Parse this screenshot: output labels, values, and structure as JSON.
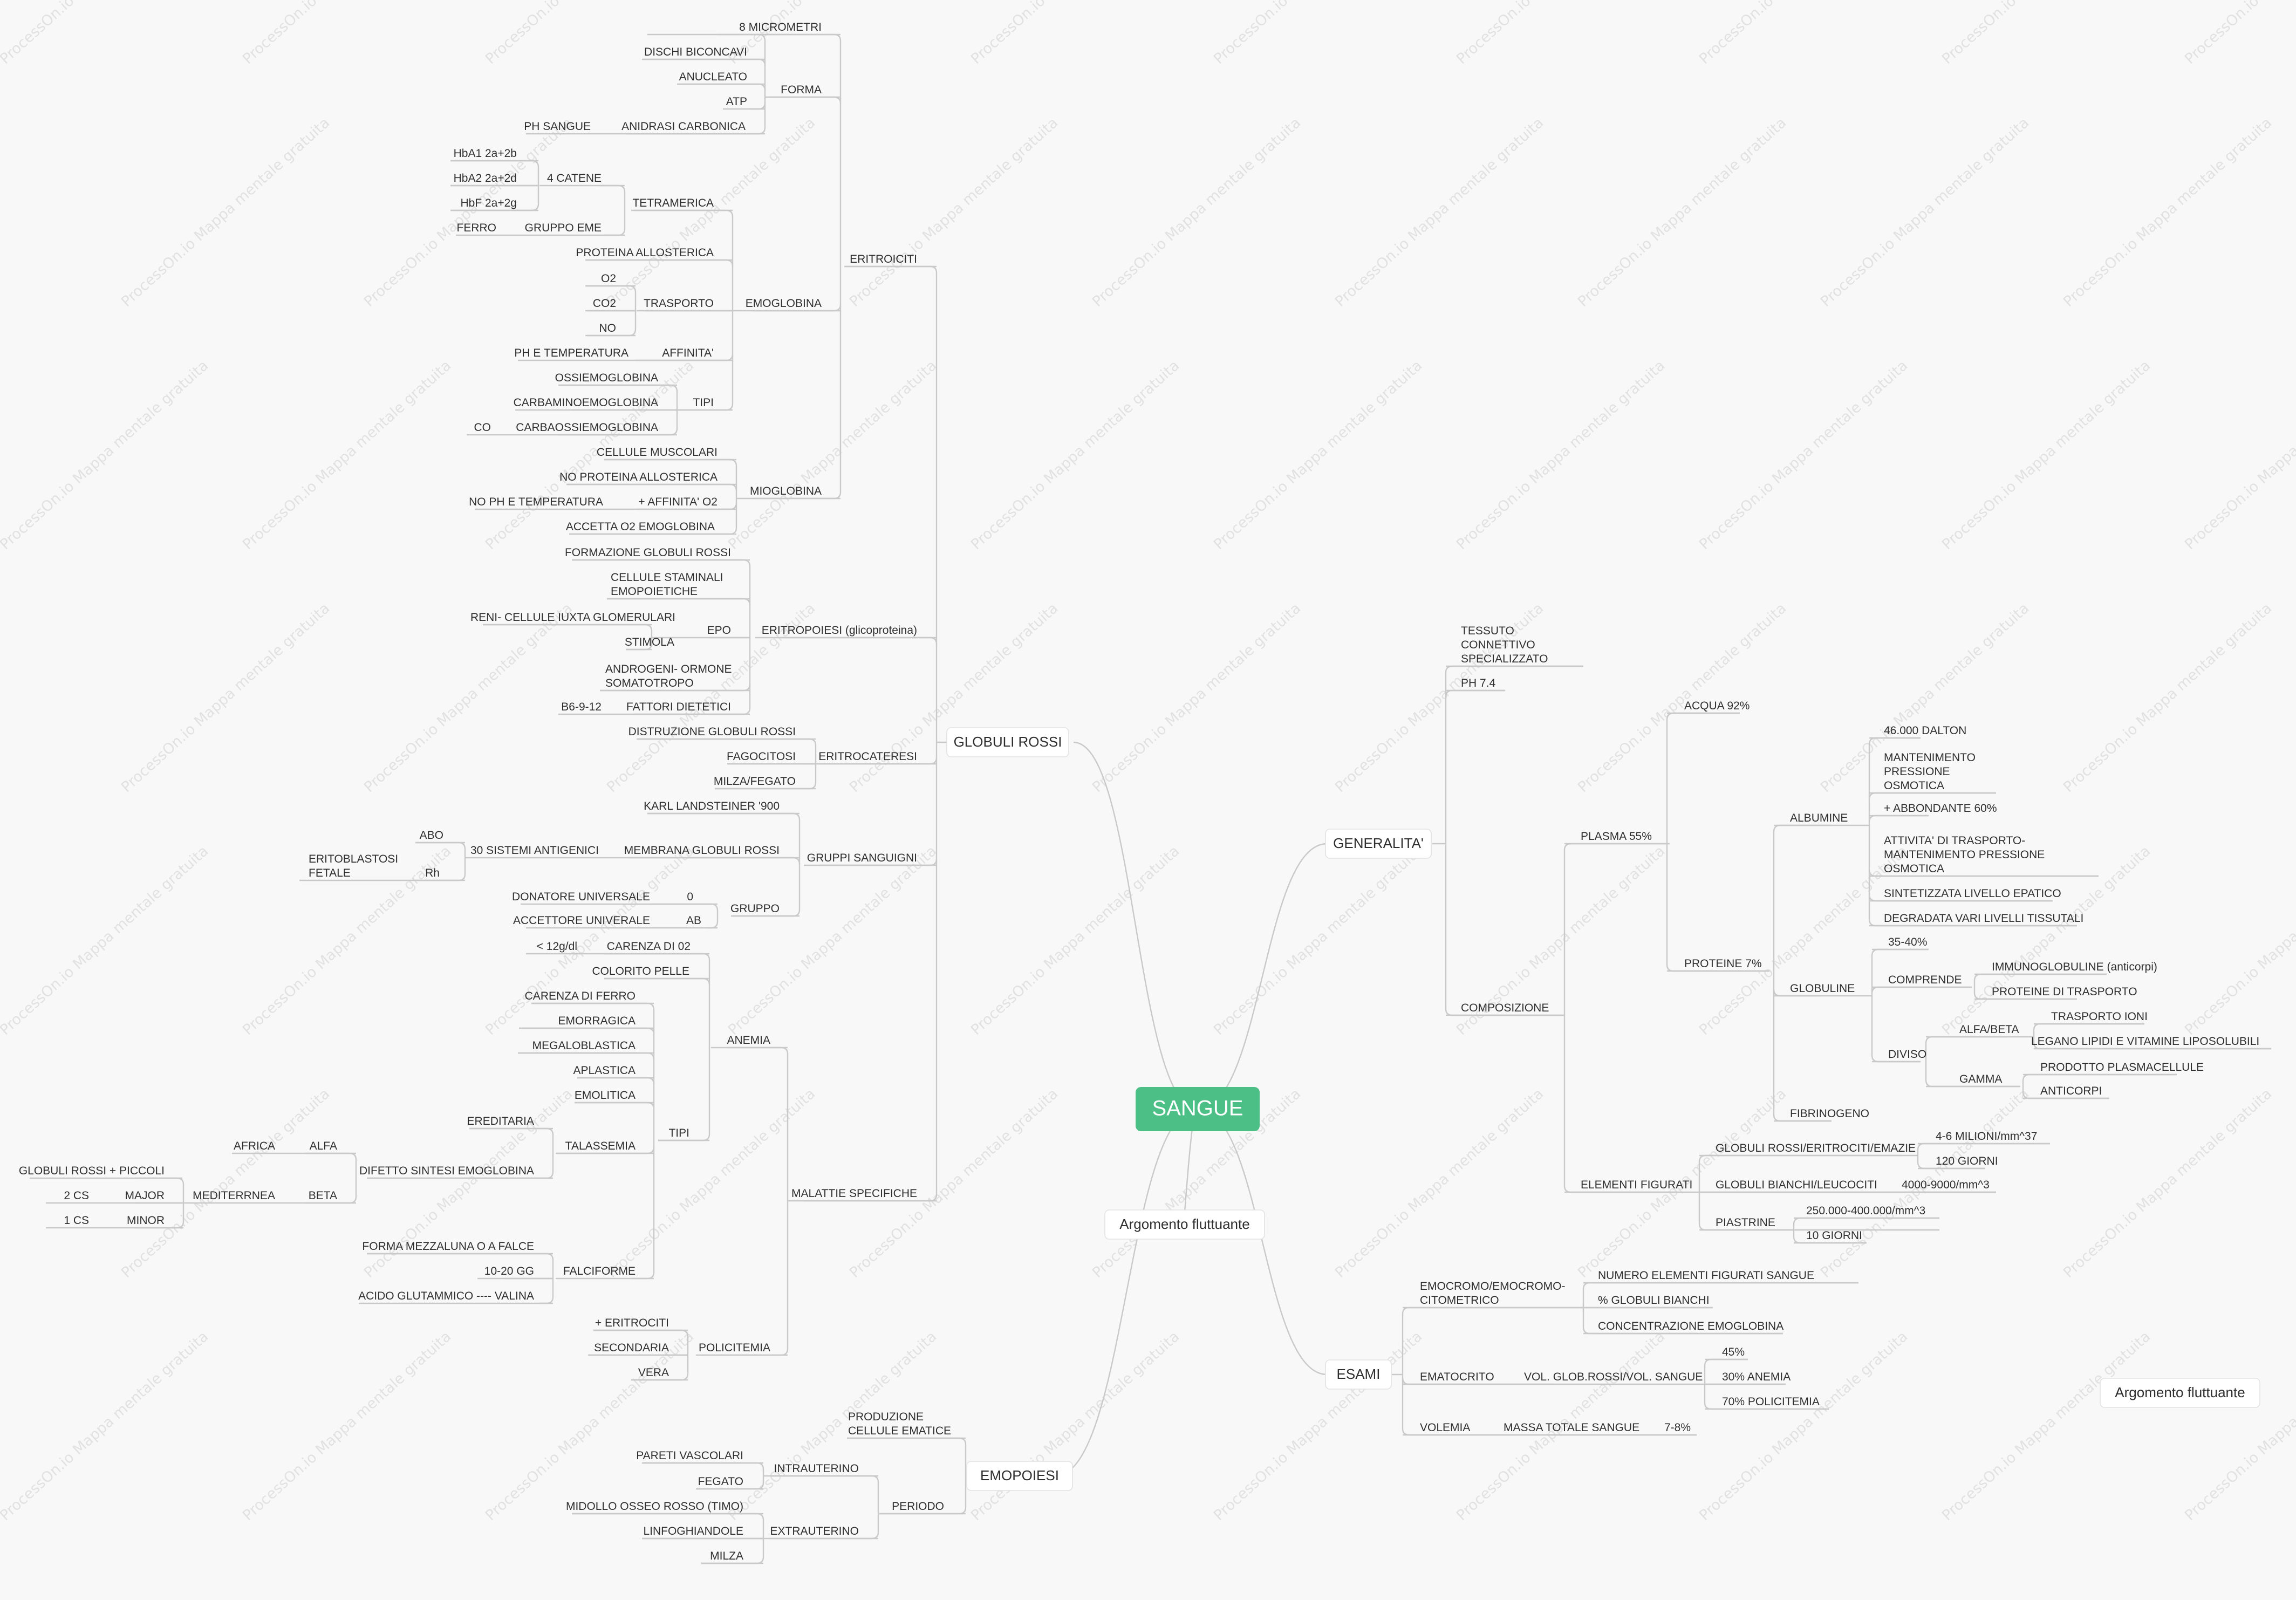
{
  "root": "SANGUE",
  "watermark": "ProcessOn.io Mappa mentale gratuita",
  "colors": {
    "root_fill": "#4cbf86",
    "line": "#c9c9c9",
    "background": "#f8f8f8"
  },
  "branches": {
    "globuli_rossi": {
      "label": "GLOBULI ROSSI",
      "eritroiciti": {
        "label": "ERITROICITI",
        "forma": [
          "8 MICROMETRI",
          "DISCHI BICONCAVI",
          "ANUCLEATO",
          "ATP",
          "ANIDRASI CARBONICA",
          "PH SANGUE",
          "FORMA"
        ],
        "emoglobina": [
          "EMOGLOBINA",
          "TETRAMERICA",
          "4 CATENE",
          "HbA1 2a+2b",
          "HbA2 2a+2d",
          "HbF 2a+2g",
          "GRUPPO EME",
          "FERRO",
          "PROTEINA ALLOSTERICA",
          "TRASPORTO",
          "O2",
          "CO2",
          "NO",
          "AFFINITA'",
          "PH E TEMPERATURA",
          "TIPI",
          "OSSIEMOGLOBINA",
          "CARBAMINOEMOGLOBINA",
          "CARBAOSSIEMOGLOBINA",
          "CO"
        ],
        "mioglobina": [
          "MIOGLOBINA",
          "CELLULE MUSCOLARI",
          "NO PROTEINA ALLOSTERICA",
          "+ AFFINITA' O2",
          "NO PH E TEMPERATURA",
          "ACCETTA O2 EMOGLOBINA"
        ]
      },
      "eritropoiesi": [
        "ERITROPOIESI  (glicoproteina)",
        "FORMAZIONE GLOBULI ROSSI",
        "CELLULE STAMINALI",
        "EMOPOIETICHE",
        "EPO",
        "RENI- CELLULE IUXTA GLOMERULARI",
        "STIMOLA",
        "ANDROGENI- ORMONE",
        "SOMATOTROPO",
        "FATTORI DIETETICI",
        "B6-9-12"
      ],
      "eritrocateresi": [
        "ERITROCATERESI",
        "DISTRUZIONE GLOBULI ROSSI",
        "FAGOCITOSI",
        "MILZA/FEGATO"
      ],
      "gruppi": [
        "GRUPPI SANGUIGNI",
        "KARL LANDSTEINER '900",
        "MEMBRANA GLOBULI ROSSI",
        "30 SISTEMI ANTIGENICI",
        "ABO",
        "Rh",
        "ERITOBLASTOSI",
        "FETALE",
        "GRUPPO",
        "0",
        "DONATORE UNIVERSALE",
        "AB",
        "ACCETTORE UNIVERALE"
      ],
      "malattie": [
        "MALATTIE SPECIFICHE",
        "ANEMIA",
        "CARENZA DI 02",
        "< 12g/dl",
        "COLORITO PELLE",
        "TIPI",
        "CARENZA DI FERRO",
        "EMORRAGICA",
        "MEGALOBLASTICA",
        "APLASTICA",
        "EMOLITICA",
        "TALASSEMIA",
        "EREDITARIA",
        "DIFETTO SINTESI EMOGLOBINA",
        "ALFA",
        "AFRICA",
        "BETA",
        "MEDITERRNEA",
        "GLOBULI ROSSI  +  PICCOLI",
        "MAJOR",
        "2 CS",
        "MINOR",
        "1 CS",
        "FALCIFORME",
        "FORMA MEZZALUNA O A FALCE",
        "10-20 GG",
        "ACIDO GLUTAMMICO ---- VALINA",
        "POLICITEMIA",
        "+ ERITROCITI",
        "SECONDARIA",
        "VERA"
      ]
    },
    "generalita": {
      "label": "GENERALITA'",
      "items": [
        "TESSUTO",
        "CONNETTIVO",
        "SPECIALIZZATO",
        "PH 7.4",
        "COMPOSIZIONE",
        "PLASMA 55%",
        "ACQUA 92%",
        "PROTEINE 7%",
        "ALBUMINE",
        "46.000 DALTON",
        "MANTENIMENTO",
        "PRESSIONE",
        "OSMOTICA",
        "+ ABBONDANTE 60%",
        "ATTIVITA' DI TRASPORTO-",
        "MANTENIMENTO PRESSIONE",
        "OSMOTICA",
        "SINTETIZZATA LIVELLO EPATICO",
        "DEGRADATA VARI LIVELLI TISSUTALI",
        "GLOBULINE",
        "35-40%",
        "COMPRENDE",
        "IMMUNOGLOBULINE (anticorpi)",
        "PROTEINE DI TRASPORTO",
        "DIVISO",
        "ALFA/BETA",
        "TRASPORTO IONI",
        "LEGANO LIPIDI E VITAMINE LIPOSOLUBILI",
        "GAMMA",
        "PRODOTTO PLASMACELLULE",
        "ANTICORPI",
        "FIBRINOGENO",
        "ELEMENTI FIGURATI",
        "GLOBULI ROSSI/ERITROCITI/EMAZIE",
        "4-6 MILIONI/mm^37",
        "120 GIORNI",
        "GLOBULI BIANCHI/LEUCOCITI",
        "4000-9000/mm^3",
        "PIASTRINE",
        "250.000-400.000/mm^3",
        "10 GIORNI"
      ]
    },
    "floating_1": "Argomento fluttuante",
    "esami": {
      "label": "ESAMI",
      "items": [
        "EMOCROMO/EMOCROMO-",
        "CITOMETRICO",
        "NUMERO ELEMENTI FIGURATI SANGUE",
        "% GLOBULI BIANCHI",
        "CONCENTRAZIONE EMOGLOBINA",
        "EMATOCRITO",
        "VOL. GLOB.ROSSI/VOL. SANGUE",
        "45%",
        "30% ANEMIA",
        "70% POLICITEMIA",
        "VOLEMIA",
        "MASSA TOTALE SANGUE",
        "7-8%"
      ]
    },
    "emopoiesi": {
      "label": "EMOPOIESI",
      "items": [
        "PRODUZIONE",
        "CELLULE EMATICE",
        "PERIODO",
        "INTRAUTERINO",
        "PARETI VASCOLARI",
        "FEGATO",
        "EXTRAUTERINO",
        "MIDOLLO OSSEO ROSSO (TIMO)",
        "LINFOGHIANDOLE",
        "MILZA"
      ]
    },
    "floating_2": "Argomento fluttuante"
  }
}
